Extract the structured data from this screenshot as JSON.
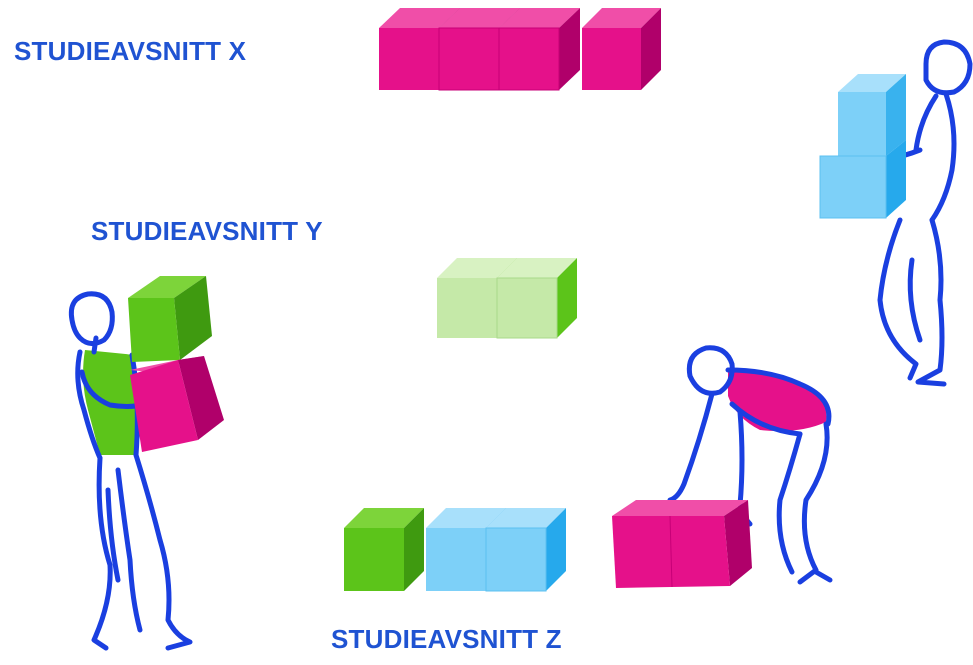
{
  "labels": {
    "section_x": "STUDIEAVSNITT X",
    "section_y": "STUDIEAVSNITT Y",
    "section_z": "STUDIEAVSNITT Z"
  },
  "colors": {
    "label_text": "#1f53d2",
    "outline_blue": "#1a3fe0",
    "magenta": "#e5118a",
    "green": "#5cc41a",
    "light_green": "#c5e9a8",
    "light_blue": "#7dd0f8"
  },
  "icons": [
    "person-carrying-boxes-icon",
    "person-lifting-box-icon",
    "stacked-box-icon"
  ]
}
